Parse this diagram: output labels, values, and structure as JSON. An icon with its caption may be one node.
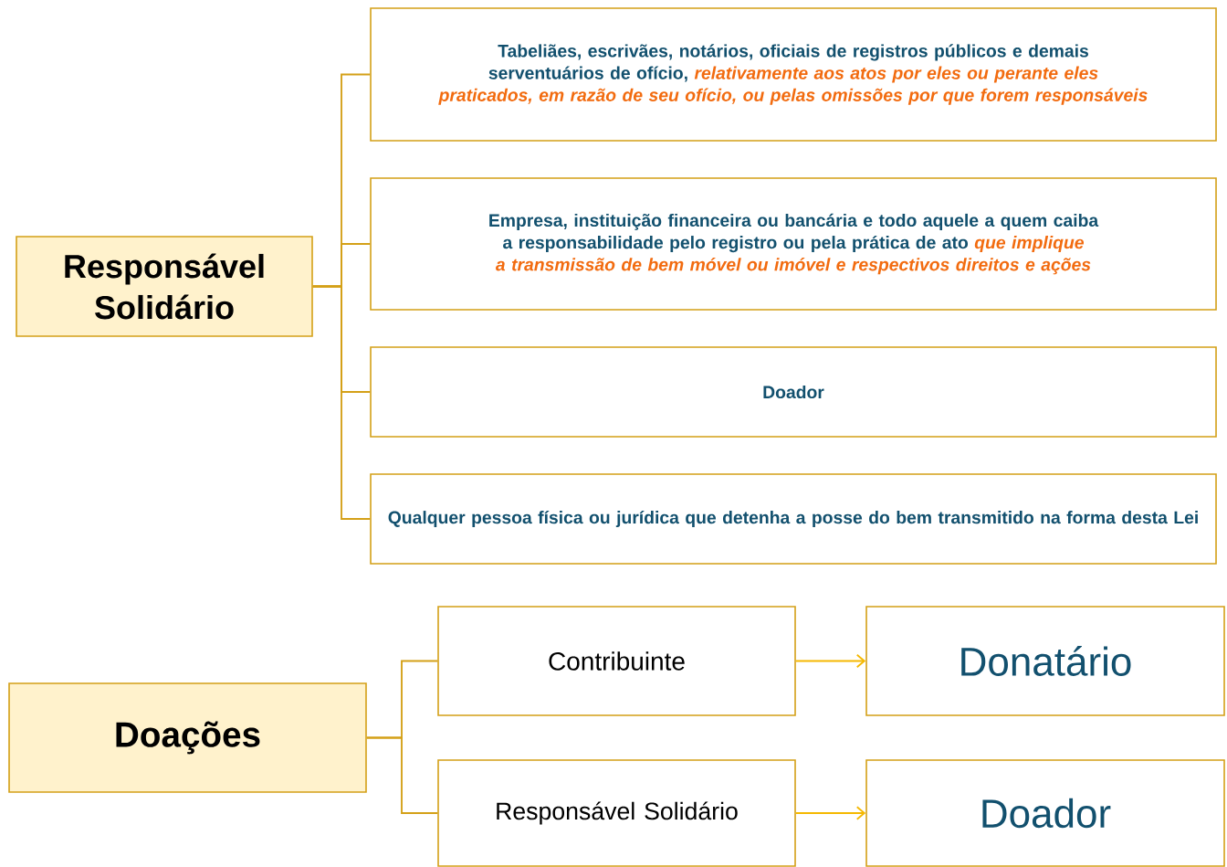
{
  "diagram": {
    "nodes": [
      {
        "text": [
          "Responsável Solidário"
        ]
      },
      {
        "text": [
          "Tabeliães, escrivães, notários, oficiais de registros públicos e demais serventuários de ofício, *relativamente aos atos por eles ou perante eles praticados, em razão de seu ofício, ou pelas omissões por que forem responsáveis*"
        ]
      },
      {
        "text": [
          "Empresa, instituição financeira ou bancária e todo aquele a quem caiba a responsabilidade pelo registro ou pela prática de ato *que implique a transmissão de bem móvel ou imóvel e respectivos direitos e ações*"
        ]
      },
      {
        "text": [
          "Doador"
        ]
      },
      {
        "text": [
          "Qualquer pessoa física ou jurídica que detenha a posse do bem transmitido na forma desta Lei"
        ]
      },
      {
        "text": [
          "Doações"
        ]
      },
      {
        "text": [
          "Contribuinte"
        ]
      },
      {
        "text": [
          "Donatário"
        ]
      },
      {
        "text": [
          "Responsável Solidário"
        ]
      },
      {
        "text": [
          "Doador"
        ]
      }
    ],
    "edges": [
      {
        "from": 0,
        "to": 1,
        "arrow": "none"
      },
      {
        "from": 0,
        "to": 2,
        "arrow": "none"
      },
      {
        "from": 0,
        "to": 3,
        "arrow": "none"
      },
      {
        "from": 0,
        "to": 4,
        "arrow": "none"
      },
      {
        "from": 5,
        "to": 6,
        "arrow": "none"
      },
      {
        "from": 5,
        "to": 8,
        "arrow": "none"
      },
      {
        "from": 6,
        "to": 7,
        "arrow": "to",
        "color": "#f5b800"
      },
      {
        "from": 8,
        "to": 9,
        "arrow": "to",
        "color": "#f5b800"
      }
    ]
  }
}
